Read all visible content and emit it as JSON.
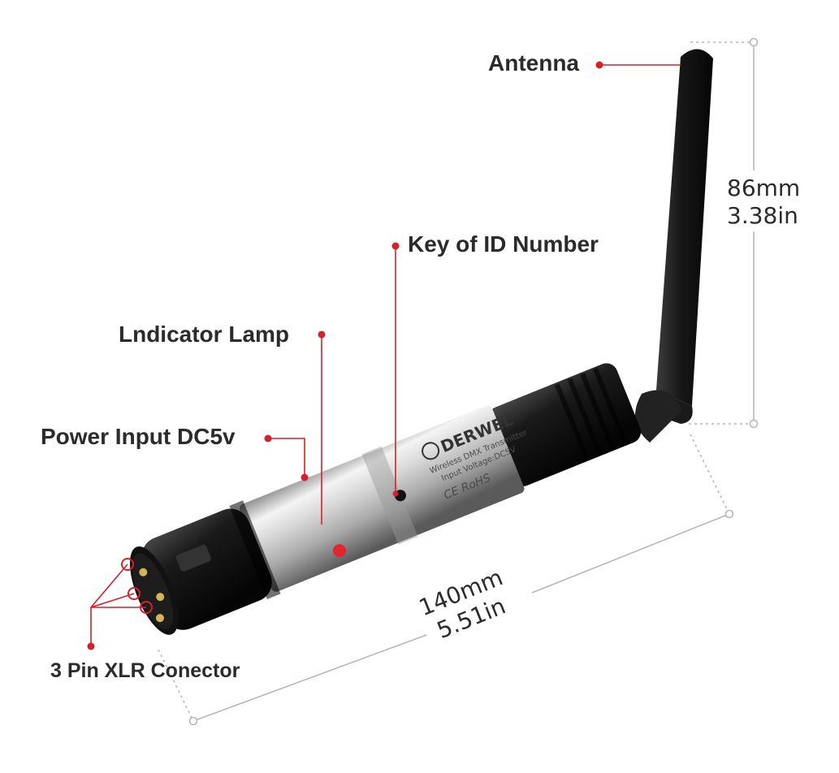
{
  "labels": {
    "antenna": "Antenna",
    "key_id": "Key of ID Number",
    "indicator": "Lndicator Lamp",
    "power": "Power Input DC5v",
    "xlr": "3 Pin XLR Conector"
  },
  "dimensions": {
    "height_mm": "86mm",
    "height_in": "3.38in",
    "length_mm": "140mm",
    "length_in": "5.51in"
  },
  "device_print": {
    "brand": "DERWEL",
    "line1": "Wireless DMX Transmitter",
    "line2": "Input Voltage:DC5V",
    "marks": "CE RoHS"
  },
  "colors": {
    "callout": "#d6202a",
    "dimension_line": "#b5b5b5",
    "text": "#2b2b2b"
  }
}
